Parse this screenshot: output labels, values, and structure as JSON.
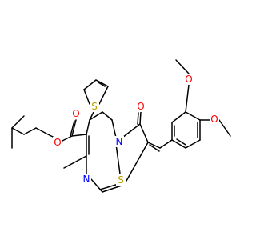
{
  "molecule": {
    "atom_labels": {
      "o_ester_carbonyl": "O",
      "o_ester": "O",
      "s_thiophene": "S",
      "o_ring_carbonyl": "O",
      "n_ring": "N",
      "n_ring_imine": "N",
      "s_thiazole": "S",
      "o_methoxy_top": "O",
      "o_methoxy_right": "O"
    },
    "colors": {
      "O": "#ff0000",
      "N": "#0000ff",
      "S": "#b8a000",
      "bond": "#000000"
    }
  }
}
